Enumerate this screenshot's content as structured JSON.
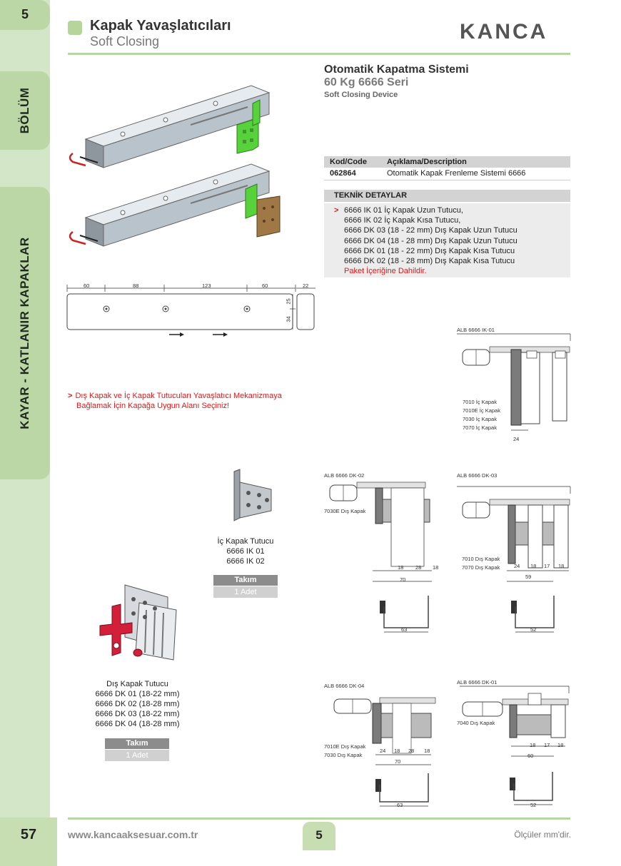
{
  "header": {
    "title": "Kapak Yavaşlatıcıları",
    "subtitle": "Soft Closing",
    "logo": "KANCA"
  },
  "side": {
    "section_label": "BÖLÜM",
    "section_number": "5",
    "category": "KAYAR - KATLANIR KAPAKLAR"
  },
  "product": {
    "title": "Otomatik Kapatma Sistemi",
    "series": "60 Kg 6666 Seri",
    "english": "Soft Closing Device"
  },
  "code_table": {
    "headers": [
      "Kod/Code",
      "Açıklama/Description"
    ],
    "rows": [
      [
        "062864",
        "Otomatik Kapak Frenleme Sistemi 6666"
      ]
    ]
  },
  "technical": {
    "header": "TEKNİK DETAYLAR",
    "arrow": ">",
    "lines": [
      "6666 IK 01 İç Kapak Uzun Tutucu,",
      "6666 IK 02 İç Kapak Kısa Tutucu,",
      "6666 DK 03 (18 - 22 mm) Dış Kapak Uzun Tutucu",
      "6666 DK 04 (18 - 28 mm) Dış Kapak Uzun Tutucu",
      "6666 DK 01 (18 - 22 mm) Dış Kapak Kısa Tutucu",
      "6666 DK 02 (18 - 28 mm) Dış Kapak Kısa Tutucu"
    ],
    "note_red": "Paket İçeriğine Dahildir."
  },
  "dimensions_top": [
    "60",
    "88",
    "123",
    "60",
    "22",
    "25",
    "34"
  ],
  "note": {
    "arrow": ">",
    "line1": "Dış Kapak ve İç Kapak Tutucuları Yavaşlatıcı Mekanizmaya",
    "line2": "Bağlamak İçin Kapağa Uygun Alanı Seçiniz!"
  },
  "inner_holder": {
    "name": "İç Kapak Tutucu",
    "codes": [
      "6666 IK 01",
      "6666 IK 02"
    ],
    "set_label": "Takım",
    "set_qty": "1 Adet"
  },
  "outer_holder": {
    "name": "Dış Kapak Tutucu",
    "codes": [
      "6666 DK 01 (18-22 mm)",
      "6666 DK 02 (18-28 mm)",
      "6666 DK 03 (18-22 mm)",
      "6666 DK 04 (18-28 mm)"
    ],
    "set_label": "Takım",
    "set_qty": "1 Adet"
  },
  "drawings": {
    "ik01": {
      "title": "ALB 6666 IK-01",
      "labels": [
        "7010 İç Kapak",
        "7010E İç Kapak",
        "7030 İç Kapak",
        "7070 İç Kapak"
      ],
      "dims": [
        "24"
      ]
    },
    "dk02": {
      "title": "ALB 6666 DK-02",
      "labels": [
        "7030E Dış Kapak"
      ],
      "dims": [
        "18",
        "28",
        "18",
        "70",
        "63"
      ]
    },
    "dk03": {
      "title": "ALB 6666 DK-03",
      "labels": [
        "7010 Dış Kapak",
        "7070 Dış Kapak"
      ],
      "dims": [
        "24",
        "18",
        "17",
        "18",
        "59",
        "52"
      ]
    },
    "dk04": {
      "title": "ALB 6666 DK-04",
      "labels": [
        "7010E Dış Kapak",
        "7030 Dış Kapak"
      ],
      "dims": [
        "24",
        "18",
        "28",
        "18",
        "70",
        "63"
      ]
    },
    "dk01": {
      "title": "ALB 6666 DK-01",
      "labels": [
        "7040 Dış Kapak"
      ],
      "dims": [
        "18",
        "17",
        "18",
        "60",
        "52"
      ]
    }
  },
  "footer": {
    "page_number": "57",
    "url": "www.kancaaksesuar.com.tr",
    "section_number": "5",
    "units_note": "Ölçüler mm'dir."
  },
  "colors": {
    "green_light": "#d4e6c8",
    "green_mid": "#b8d6a1",
    "red_text": "#e01818",
    "grey_header": "#d3d3d3"
  }
}
